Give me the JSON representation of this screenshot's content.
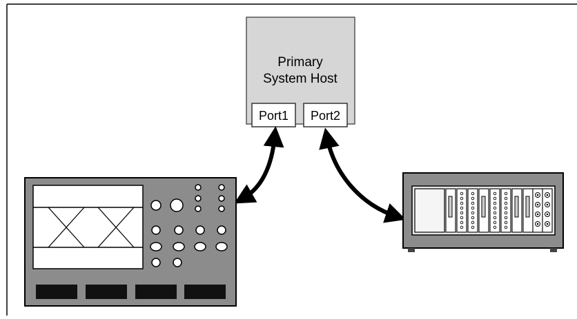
{
  "host": {
    "title_line1": "Primary",
    "title_line2": "System Host",
    "port1_label": "Port1",
    "port2_label": "Port2"
  },
  "colors": {
    "frame": "#000000",
    "host_fill": "#d6d6d6",
    "device_fill": "#8c8c8c",
    "chassis_fill": "#e6e6e6",
    "screen_fill": "#ffffff",
    "key_fill": "#111111",
    "arrow": "#000000"
  },
  "icons": {
    "oscilloscope": "oscilloscope-icon",
    "instrument_chassis": "instrument-chassis-icon"
  }
}
